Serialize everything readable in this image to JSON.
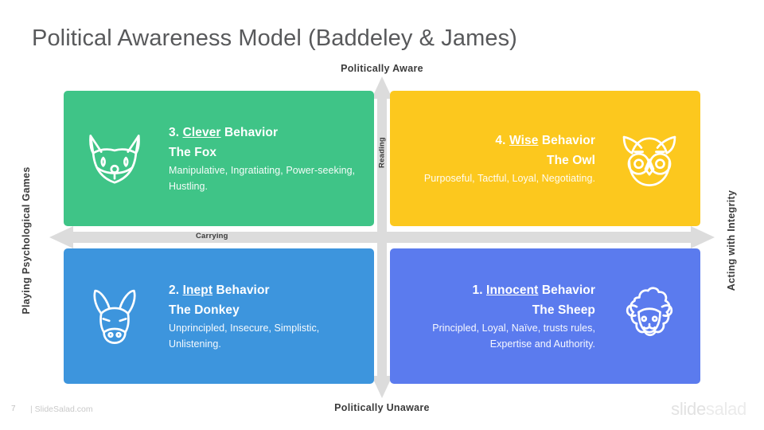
{
  "slide": {
    "title": "Political Awareness Model (Baddeley & James)",
    "page_number": "7",
    "site": "| SlideSalad.com",
    "logo_part1": "slide",
    "logo_part2": "salad"
  },
  "axes": {
    "top_label": "Politically  Aware",
    "bottom_label": "Politically  Unaware",
    "left_label": "Playing Psychological  Games",
    "right_label": "Acting with Integrity",
    "horizontal_arrow_label": "Carrying",
    "vertical_arrow_label": "Reading"
  },
  "colors": {
    "fox": "#3FC487",
    "owl": "#FCC81E",
    "donkey": "#3D95DD",
    "sheep": "#5B7BEE",
    "arrow": "#DCDCDC",
    "title": "#58595B"
  },
  "quadrants": [
    {
      "id": "fox",
      "icon": "fox-icon",
      "number": "3.",
      "behavior_word": "Clever",
      "behavior_suffix": "Behavior",
      "animal": "The Fox",
      "description": "Manipulative, Ingratiating, Power-seeking, Hustling.",
      "color": "#3FC487"
    },
    {
      "id": "owl",
      "icon": "owl-icon",
      "number": "4.",
      "behavior_word": "Wise",
      "behavior_suffix": "Behavior",
      "animal": "The Owl",
      "description": "Purposeful, Tactful, Loyal, Negotiating.",
      "color": "#FCC81E"
    },
    {
      "id": "donkey",
      "icon": "donkey-icon",
      "number": "2.",
      "behavior_word": "Inept",
      "behavior_suffix": "Behavior",
      "animal": "The Donkey",
      "description": "Unprincipled, Insecure, Simplistic, Unlistening.",
      "color": "#3D95DD"
    },
    {
      "id": "sheep",
      "icon": "sheep-icon",
      "number": "1.",
      "behavior_word": "Innocent",
      "behavior_suffix": "Behavior",
      "animal": "The Sheep",
      "description": "Principled, Loyal, Naïve, trusts rules, Expertise and Authority.",
      "color": "#5B7BEE"
    }
  ]
}
